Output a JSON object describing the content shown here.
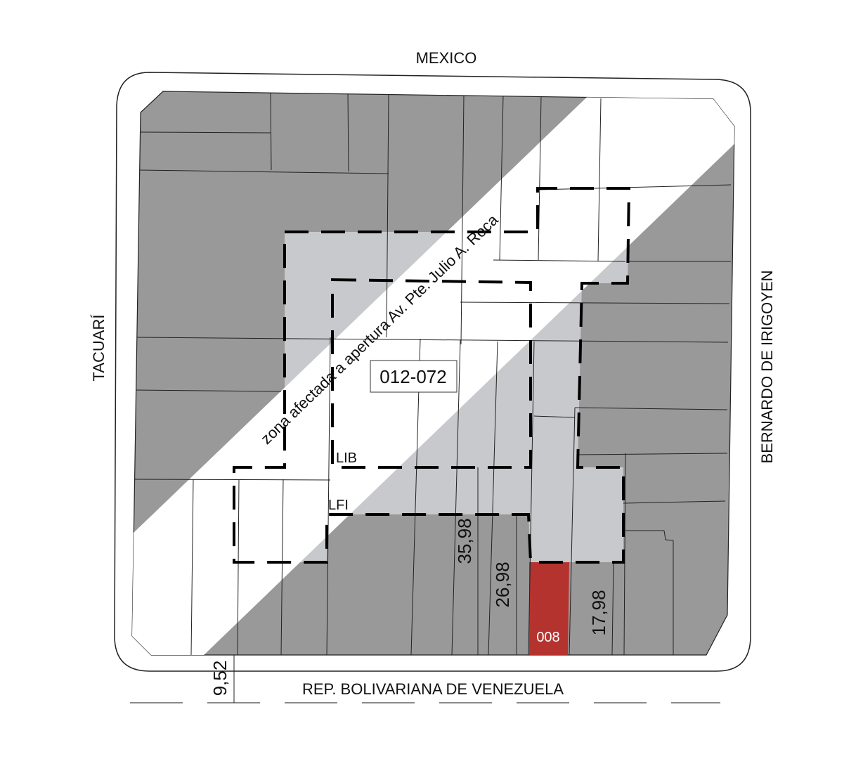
{
  "streets": {
    "north": "MEXICO",
    "west": "TACUARÍ",
    "east": "BERNARDO DE IRIGOYEN",
    "south": "REP. BOLIVARIANA DE VENEZUELA"
  },
  "block_id": "012-072",
  "affected_zone_label": "zona afectada a apertura Av. Pte. Julio A. Roca",
  "line_labels": {
    "lib": "LIB",
    "lfi": "LFI"
  },
  "highlighted_lot": {
    "id": "008",
    "color": "#b5332e"
  },
  "dimensions": {
    "d1": "9,52",
    "d2": "35,98",
    "d3": "26,98",
    "d4": "17,98"
  },
  "colors": {
    "built": "#999999",
    "affected": "#c8c9cc",
    "free": "#ffffff"
  }
}
